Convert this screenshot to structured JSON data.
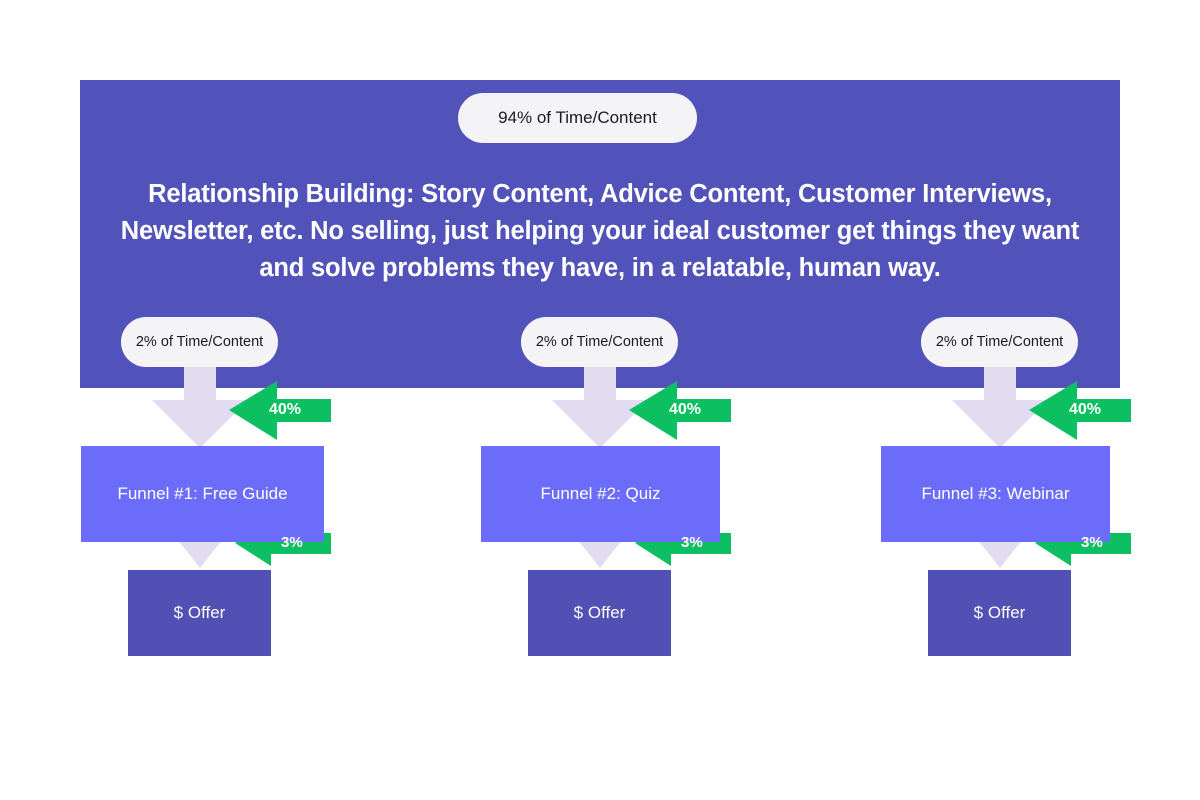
{
  "diagram": {
    "title_pill": "94% of Time/Content",
    "headline": "Relationship Building: Story Content, Advice Content, Customer Interviews, Newsletter, etc. No selling, just helping your ideal customer get things they want and solve problems they have, in a relatable, human way.",
    "colors": {
      "banner": "#5252bb",
      "funnel_box": "#6c6cfa",
      "offer_box": "#5050b5",
      "green_arrow": "#0cbf61",
      "lavender_arrow": "#e2dcf0",
      "pill_bg": "#f4f4f6",
      "pill_text": "#1c1c1c",
      "background": "#ffffff"
    },
    "columns": [
      {
        "pill": "2% of Time/Content",
        "funnel": "Funnel #1: Free Guide",
        "offer": "$ Offer",
        "rate_top": "40%",
        "rate_bottom": "3%"
      },
      {
        "pill": "2% of Time/Content",
        "funnel": "Funnel #2: Quiz",
        "offer": "$ Offer",
        "rate_top": "40%",
        "rate_bottom": "3%"
      },
      {
        "pill": "2% of Time/Content",
        "funnel": "Funnel #3: Webinar",
        "offer": "$ Offer",
        "rate_top": "40%",
        "rate_bottom": "3%"
      }
    ],
    "icons": {
      "down_arrow": "down-arrow-icon",
      "left_arrow": "left-arrow-icon"
    }
  }
}
